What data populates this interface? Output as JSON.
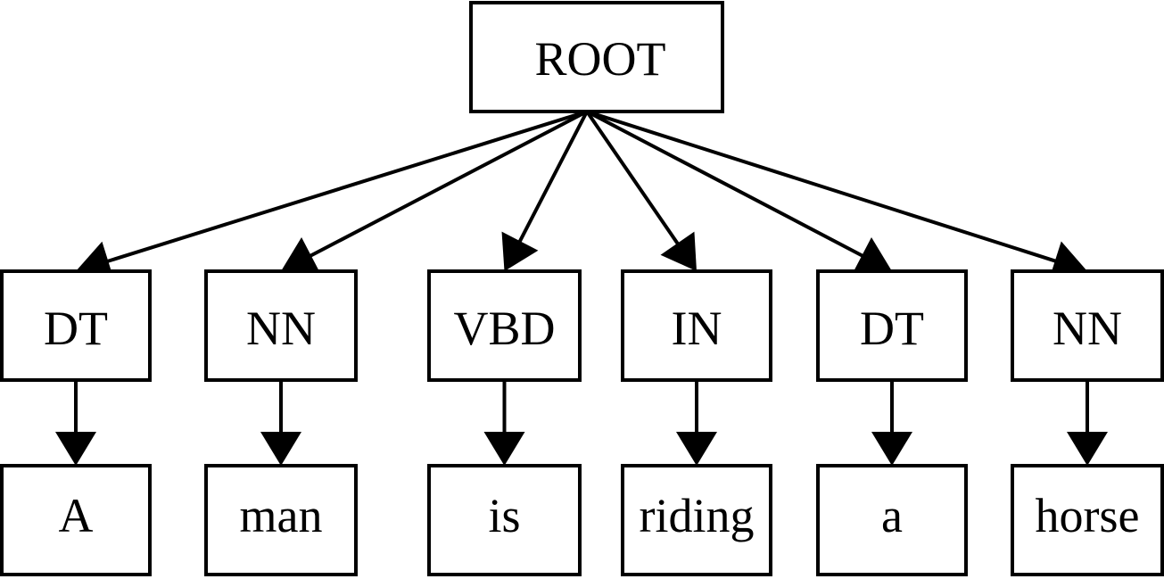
{
  "tree": {
    "root": {
      "label": "ROOT"
    },
    "tags": [
      {
        "tag": "DT",
        "word": "A"
      },
      {
        "tag": "NN",
        "word": "man"
      },
      {
        "tag": "VBD",
        "word": "is"
      },
      {
        "tag": "IN",
        "word": "riding"
      },
      {
        "tag": "DT",
        "word": "a"
      },
      {
        "tag": "NN",
        "word": "horse"
      }
    ]
  },
  "colors": {
    "stroke": "#000000",
    "background": "#ffffff"
  }
}
